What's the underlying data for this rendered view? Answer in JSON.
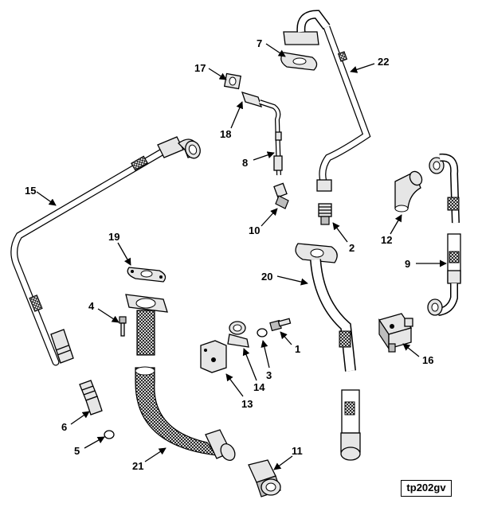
{
  "figure_id": "tp202gv",
  "callouts": [
    {
      "id": "c1",
      "text": "1"
    },
    {
      "id": "c2",
      "text": "2"
    },
    {
      "id": "c3",
      "text": "3"
    },
    {
      "id": "c4",
      "text": "4"
    },
    {
      "id": "c5",
      "text": "5"
    },
    {
      "id": "c6",
      "text": "6"
    },
    {
      "id": "c7",
      "text": "7"
    },
    {
      "id": "c8",
      "text": "8"
    },
    {
      "id": "c9",
      "text": "9"
    },
    {
      "id": "c10",
      "text": "10"
    },
    {
      "id": "c11",
      "text": "11"
    },
    {
      "id": "c12",
      "text": "12"
    },
    {
      "id": "c13",
      "text": "13"
    },
    {
      "id": "c14",
      "text": "14"
    },
    {
      "id": "c15",
      "text": "15"
    },
    {
      "id": "c16",
      "text": "16"
    },
    {
      "id": "c17",
      "text": "17"
    },
    {
      "id": "c18",
      "text": "18"
    },
    {
      "id": "c19",
      "text": "19"
    },
    {
      "id": "c20",
      "text": "20"
    },
    {
      "id": "c21",
      "text": "21"
    },
    {
      "id": "c22",
      "text": "22"
    }
  ]
}
